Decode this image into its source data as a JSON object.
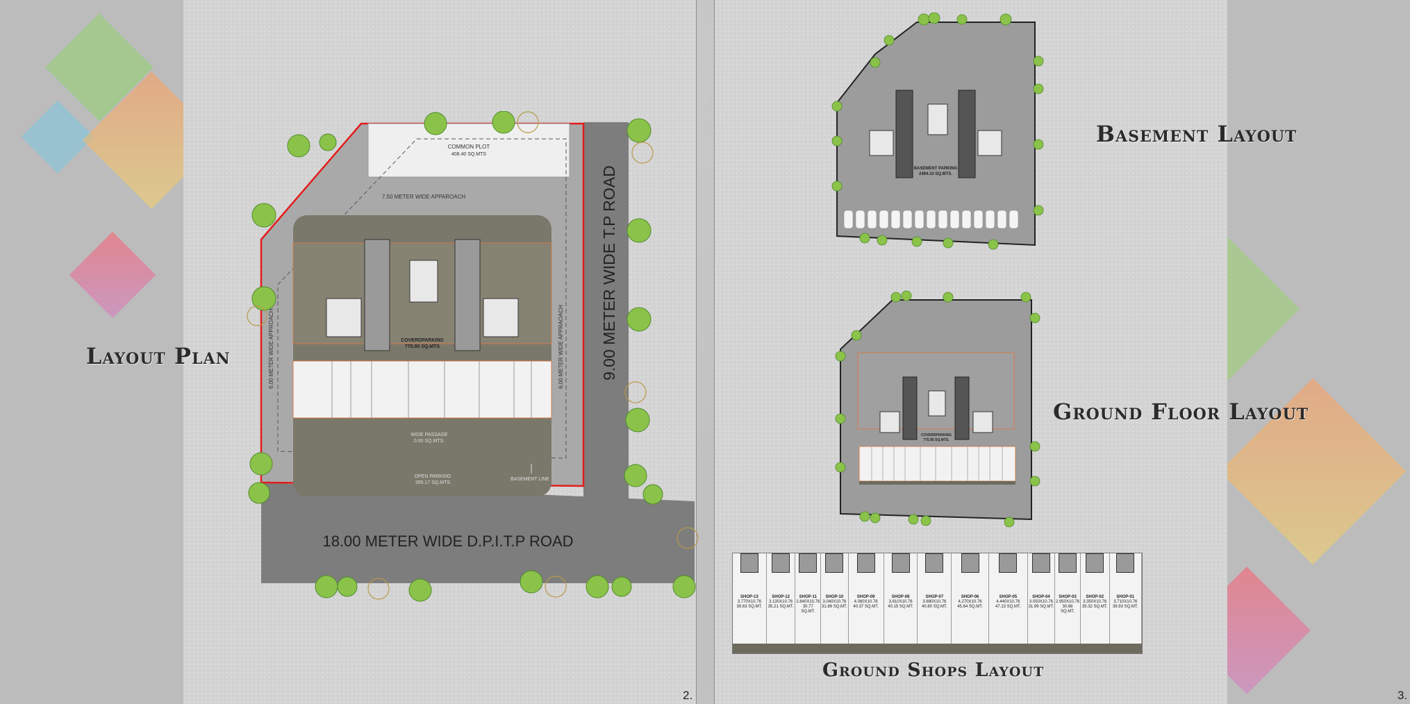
{
  "colors": {
    "road": "#7d7d7d",
    "site_boundary": "#e21c1c",
    "building": "#7a786a",
    "common_plot": "#efefef",
    "tree": "#8bc34a",
    "stair": "#9a9a9a"
  },
  "titles": {
    "layout_plan": "Layout Plan",
    "basement_layout": "Basement Layout",
    "ground_floor_layout": "Ground Floor Layout",
    "ground_shops_layout": "Ground Shops Layout"
  },
  "page_numbers": {
    "left": "2.",
    "right": "3."
  },
  "layout_plan": {
    "main_road": "18.00 METER WIDE D.P.I.T.P ROAD",
    "side_road": "9.00 METER WIDE T.P ROAD",
    "common_plot": {
      "name": "COMMON PLOT",
      "area": "408.40 SQ.MTS"
    },
    "approach_top": "7.50 METER WIDE APPAROACH",
    "approach_left": "6.00 METER WIDE APPROACH",
    "approach_right": "6.00 METER WIDE APPRAOACH",
    "cover_parking": {
      "name": "COVERDPARKING",
      "area": "775.95 SQ.MTS"
    },
    "wide_passage": {
      "name": "WIDE PASSAGE",
      "area": "0.00 SQ.MTS."
    },
    "open_parking": {
      "name": "OPEN PARKING",
      "area": "395.17 SQ.MTS"
    },
    "basement_line": "BASEMENT LINE"
  },
  "basement": {
    "name": "BASEMENT PARKING",
    "area": "2494.10 SQ.MTS."
  },
  "ground_floor": {
    "name": "COVERDPARKING",
    "area": "775.95 SQ.MTS."
  },
  "shops": [
    {
      "name": "SHOP-13",
      "size": "3.770X10.76",
      "area": "39.63 SQ.MT."
    },
    {
      "name": "SHOP-12",
      "size": "3.130X10.76",
      "area": "35.21 SQ.MT."
    },
    {
      "name": "SHOP-11",
      "size": "2.840X10.76",
      "area": "30.77 SQ.MT."
    },
    {
      "name": "SHOP-10",
      "size": "3.040X10.76",
      "area": "31.86 SQ.MT."
    },
    {
      "name": "SHOP-09",
      "size": "4.080X10.76",
      "area": "40.37 SQ.MT."
    },
    {
      "name": "SHOP-08",
      "size": "3.810X10.76",
      "area": "40.15 SQ.MT."
    },
    {
      "name": "SHOP-07",
      "size": "3.880X10.76",
      "area": "40.80 SQ.MT."
    },
    {
      "name": "SHOP-06",
      "size": "4.270X10.76",
      "area": "45.64 SQ.MT."
    },
    {
      "name": "SHOP-05",
      "size": "4.440X10.76",
      "area": "47.13 SQ.MT."
    },
    {
      "name": "SHOP-04",
      "size": "3.050X10.76",
      "area": "31.99 SQ.MT."
    },
    {
      "name": "SHOP-03",
      "size": "2.950X10.76",
      "area": "30.66 SQ.MT."
    },
    {
      "name": "SHOP-02",
      "size": "3.350X10.76",
      "area": "35.32 SQ.MT."
    },
    {
      "name": "SHOP-01",
      "size": "3.710X10.76",
      "area": "39.93 SQ.MT."
    }
  ]
}
